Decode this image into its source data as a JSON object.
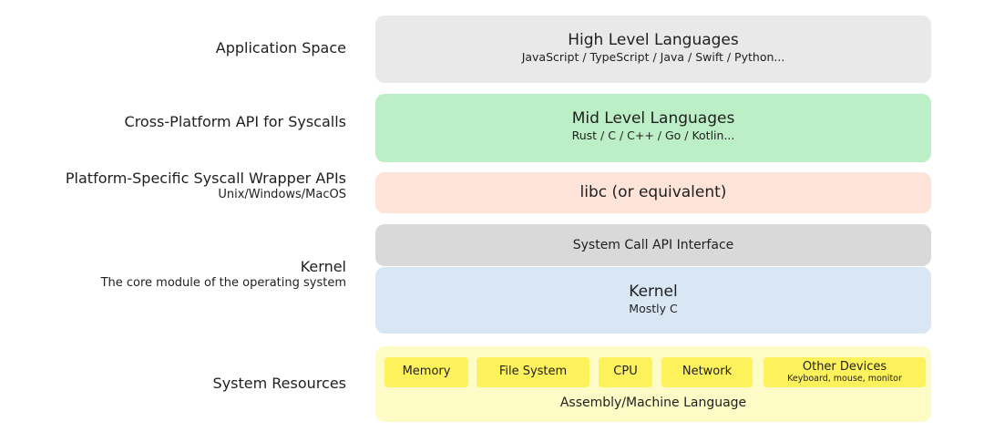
{
  "colors": {
    "high": "#e9e9e9",
    "mid": "#bcefc6",
    "libc": "#fde3d8",
    "syscall": "#d9d9d9",
    "kernel": "#d9e7f5",
    "resources": "#fefcc6",
    "chip": "#fdf25b"
  },
  "labels": {
    "application": {
      "main": "Application Space"
    },
    "crossplatform": {
      "main": "Cross-Platform API for Syscalls"
    },
    "platform": {
      "main": "Platform-Specific Syscall Wrapper APIs",
      "sub": "Unix/Windows/MacOS"
    },
    "kernel": {
      "main": "Kernel",
      "sub": "The core module of the operating system"
    },
    "resources": {
      "main": "System Resources"
    }
  },
  "boxes": {
    "high": {
      "title": "High Level Languages",
      "sub": "JavaScript / TypeScript / Java / Swift / Python..."
    },
    "mid": {
      "title": "Mid Level Languages",
      "sub": "Rust / C / C++ / Go / Kotlin..."
    },
    "libc": {
      "title": "libc (or equivalent)"
    },
    "syscall": {
      "title": "System Call API Interface"
    },
    "kernel": {
      "title": "Kernel",
      "sub": "Mostly C"
    },
    "resources": {
      "caption": "Assembly/Machine Language",
      "chips": [
        {
          "label": "Memory"
        },
        {
          "label": "File System"
        },
        {
          "label": "CPU"
        },
        {
          "label": "Network"
        },
        {
          "label": "Other Devices",
          "sub": "Keyboard, mouse, monitor"
        }
      ]
    }
  }
}
